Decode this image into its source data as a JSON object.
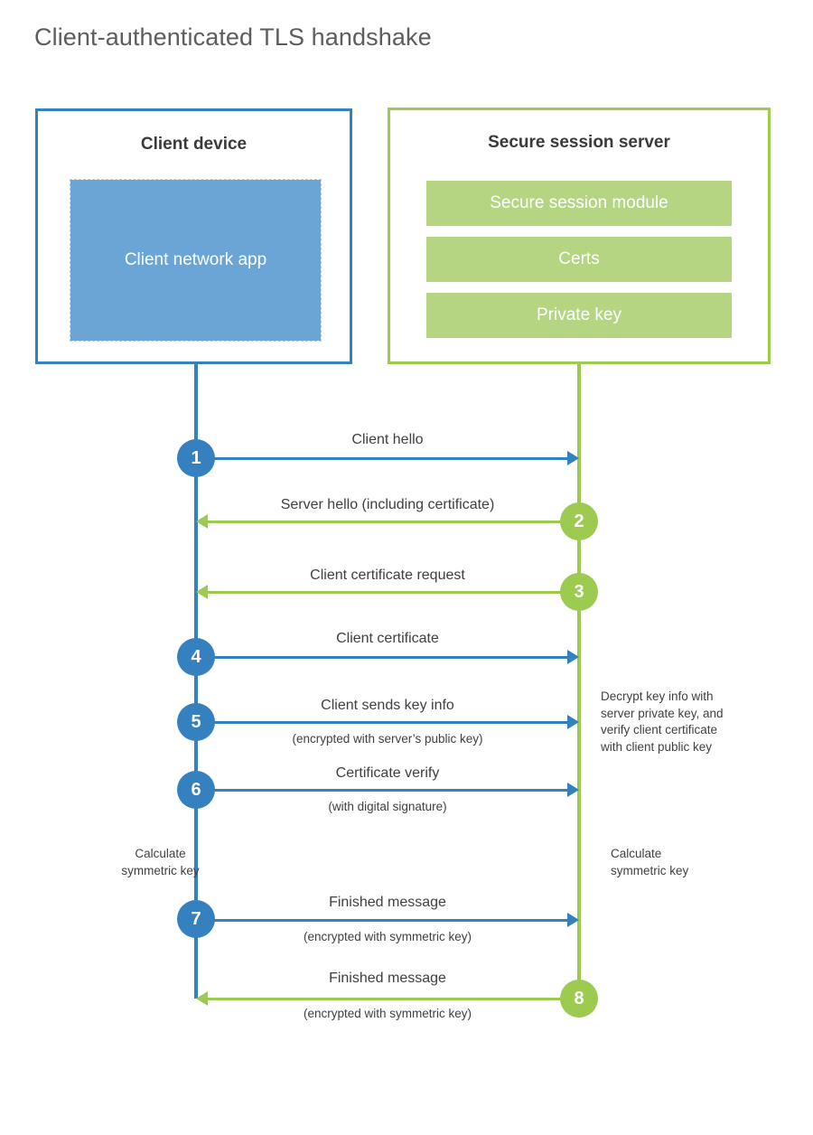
{
  "diagram": {
    "title": "Client-authenticated TLS handshake",
    "colors": {
      "client_blue": "#3581bf",
      "client_app_blue": "#6aa5d6",
      "server_green": "#9dcb50",
      "server_bar_green": "#b5d583",
      "text": "#3f3f3f",
      "title_text": "#5d5d5d"
    }
  },
  "client": {
    "title": "Client device",
    "app_label": "Client network app",
    "note": "Calculate symmetric key"
  },
  "server": {
    "title": "Secure session server",
    "components": [
      "Secure session module",
      "Certs",
      "Private key"
    ],
    "note_decrypt": "Decrypt key info with server private key, and verify client certificate with client public key",
    "note_calculate": "Calculate symmetric key"
  },
  "steps": [
    {
      "number": "1",
      "label": "Client hello",
      "sub": "",
      "direction": "client-to-server",
      "color": "blue"
    },
    {
      "number": "2",
      "label": "Server hello (including certificate)",
      "sub": "",
      "direction": "server-to-client",
      "color": "green"
    },
    {
      "number": "3",
      "label": "Client certificate request",
      "sub": "",
      "direction": "server-to-client",
      "color": "green"
    },
    {
      "number": "4",
      "label": "Client certificate",
      "sub": "",
      "direction": "client-to-server",
      "color": "blue"
    },
    {
      "number": "5",
      "label": "Client sends key info",
      "sub": "(encrypted with server’s public key)",
      "direction": "client-to-server",
      "color": "blue"
    },
    {
      "number": "6",
      "label": "Certificate verify",
      "sub": "(with digital signature)",
      "direction": "client-to-server",
      "color": "blue"
    },
    {
      "number": "7",
      "label": "Finished message",
      "sub": "(encrypted with symmetric key)",
      "direction": "client-to-server",
      "color": "blue"
    },
    {
      "number": "8",
      "label": "Finished message",
      "sub": "(encrypted with symmetric key)",
      "direction": "server-to-client",
      "color": "green"
    }
  ],
  "notes": {
    "client_calculate_line1": "Calculate",
    "client_calculate_line2": "symmetric key",
    "server_calculate_line1": "Calculate",
    "server_calculate_line2": "symmetric key",
    "decrypt_line1": "Decrypt key info with",
    "decrypt_line2": "server private key, and",
    "decrypt_line3": "verify client certificate",
    "decrypt_line4": "with client public key"
  }
}
